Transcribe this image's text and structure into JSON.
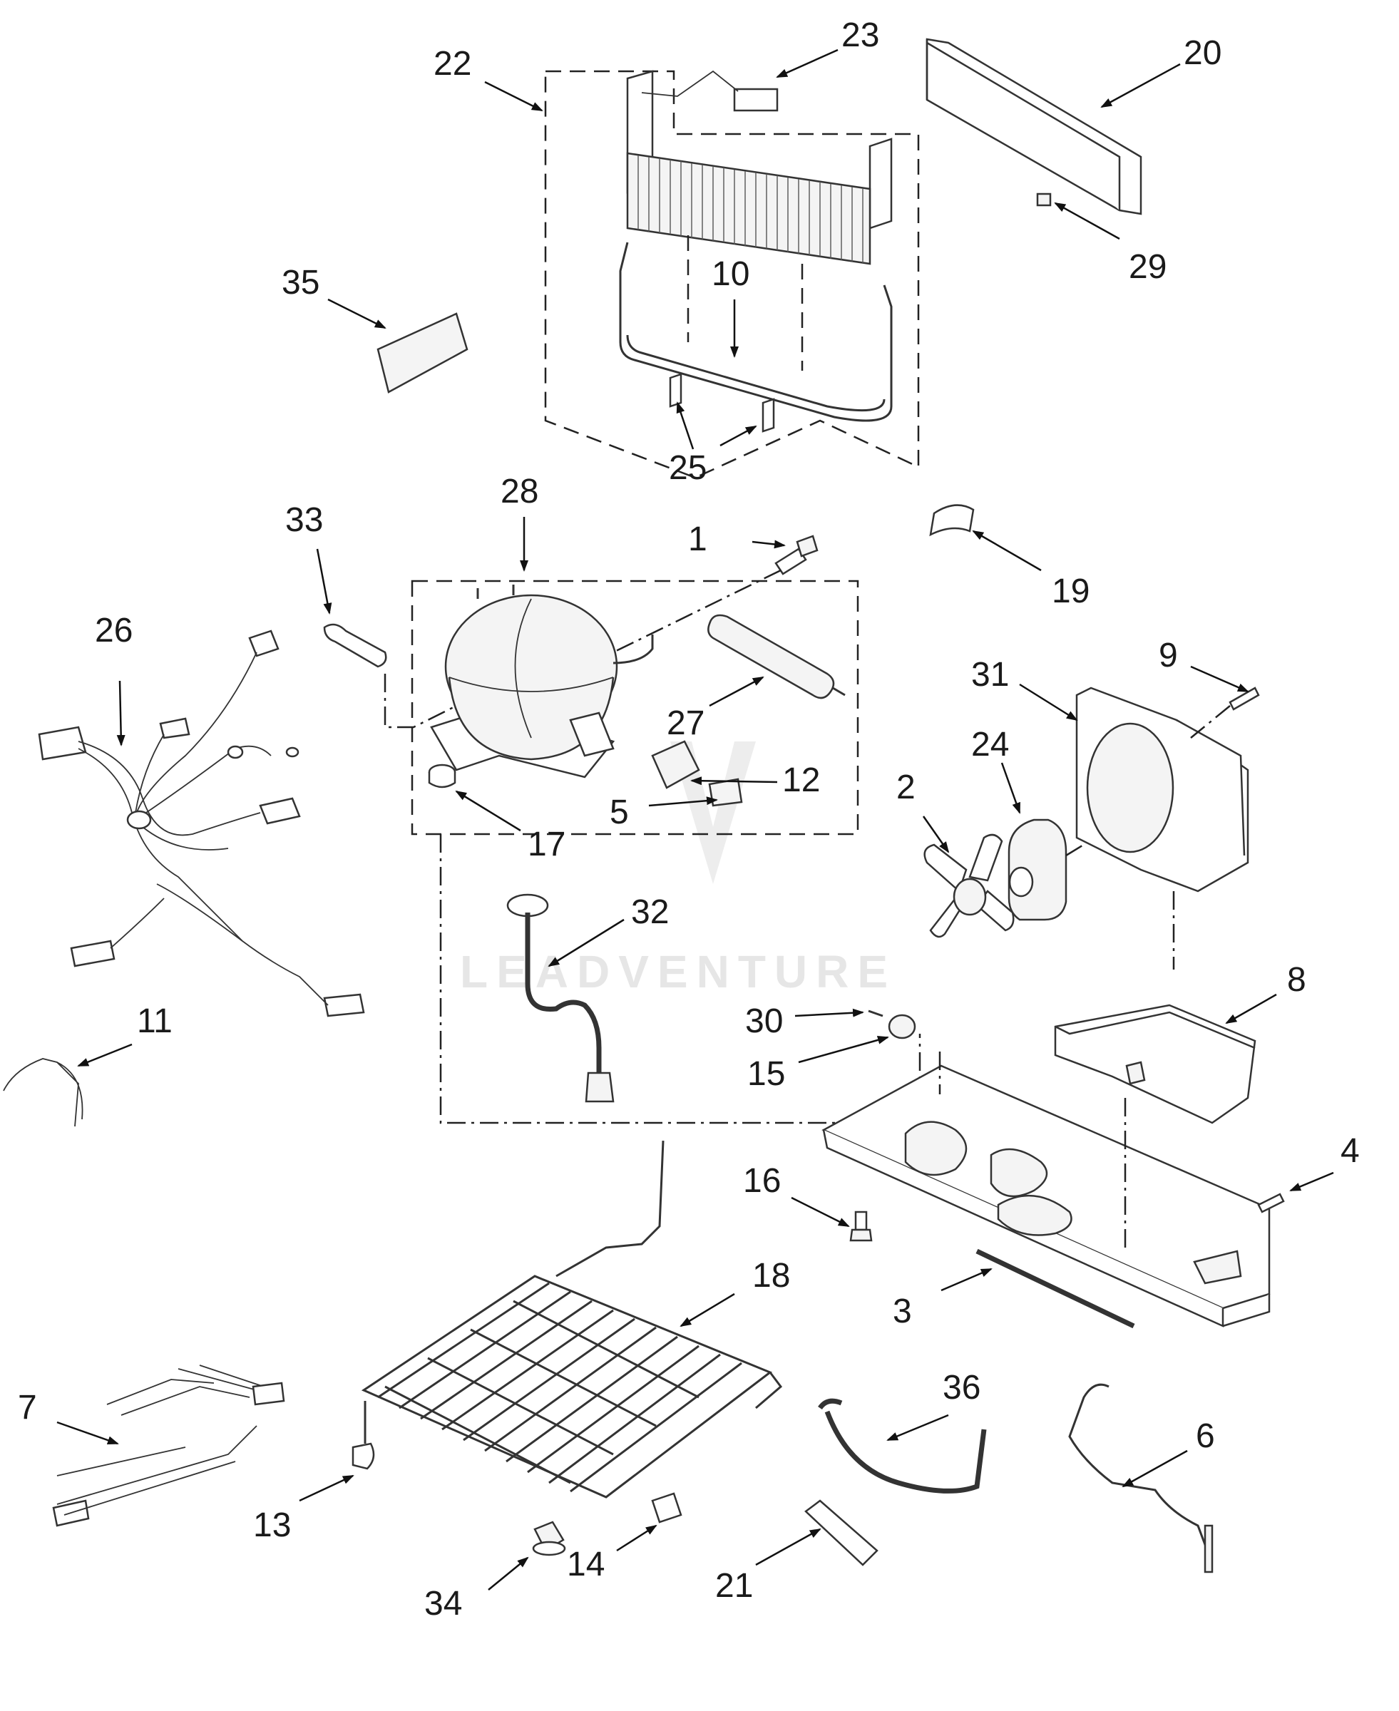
{
  "callouts": [
    {
      "id": "1",
      "label": "1"
    },
    {
      "id": "2",
      "label": "2"
    },
    {
      "id": "3",
      "label": "3"
    },
    {
      "id": "4",
      "label": "4"
    },
    {
      "id": "5",
      "label": "5"
    },
    {
      "id": "6",
      "label": "6"
    },
    {
      "id": "7",
      "label": "7"
    },
    {
      "id": "8",
      "label": "8"
    },
    {
      "id": "9",
      "label": "9"
    },
    {
      "id": "10",
      "label": "10"
    },
    {
      "id": "11",
      "label": "11"
    },
    {
      "id": "12",
      "label": "12"
    },
    {
      "id": "13",
      "label": "13"
    },
    {
      "id": "14",
      "label": "14"
    },
    {
      "id": "15",
      "label": "15"
    },
    {
      "id": "16",
      "label": "16"
    },
    {
      "id": "17",
      "label": "17"
    },
    {
      "id": "18",
      "label": "18"
    },
    {
      "id": "19",
      "label": "19"
    },
    {
      "id": "20",
      "label": "20"
    },
    {
      "id": "21",
      "label": "21"
    },
    {
      "id": "22",
      "label": "22"
    },
    {
      "id": "23",
      "label": "23"
    },
    {
      "id": "24",
      "label": "24"
    },
    {
      "id": "25",
      "label": "25"
    },
    {
      "id": "26",
      "label": "26"
    },
    {
      "id": "27",
      "label": "27"
    },
    {
      "id": "28",
      "label": "28"
    },
    {
      "id": "29",
      "label": "29"
    },
    {
      "id": "30",
      "label": "30"
    },
    {
      "id": "31",
      "label": "31"
    },
    {
      "id": "32",
      "label": "32"
    },
    {
      "id": "33",
      "label": "33"
    },
    {
      "id": "34",
      "label": "34"
    },
    {
      "id": "35",
      "label": "35"
    },
    {
      "id": "36",
      "label": "36"
    }
  ],
  "watermark": {
    "text": "LEADVENTURE"
  },
  "colors": {
    "line": "#333333",
    "label": "#1a1a1a",
    "watermark": "#e6e6e6"
  }
}
